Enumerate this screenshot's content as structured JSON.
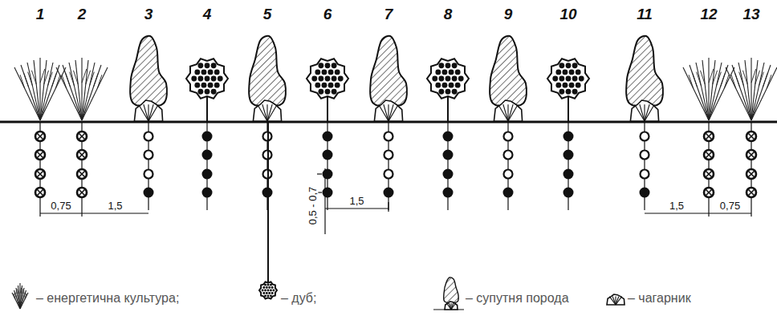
{
  "diagram": {
    "labels": [
      "1",
      "2",
      "3",
      "4",
      "5",
      "6",
      "7",
      "8",
      "9",
      "10",
      "11",
      "12",
      "13",
      "0,75",
      "1,5",
      "0,5 - 0,7",
      "1,5",
      "1,5",
      "0,75"
    ],
    "legend": [
      {
        "text": "– енергетична культура;"
      },
      {
        "text": "– дуб;"
      },
      {
        "text": "– супутня порода"
      },
      {
        "text": "– чагарник"
      }
    ]
  }
}
